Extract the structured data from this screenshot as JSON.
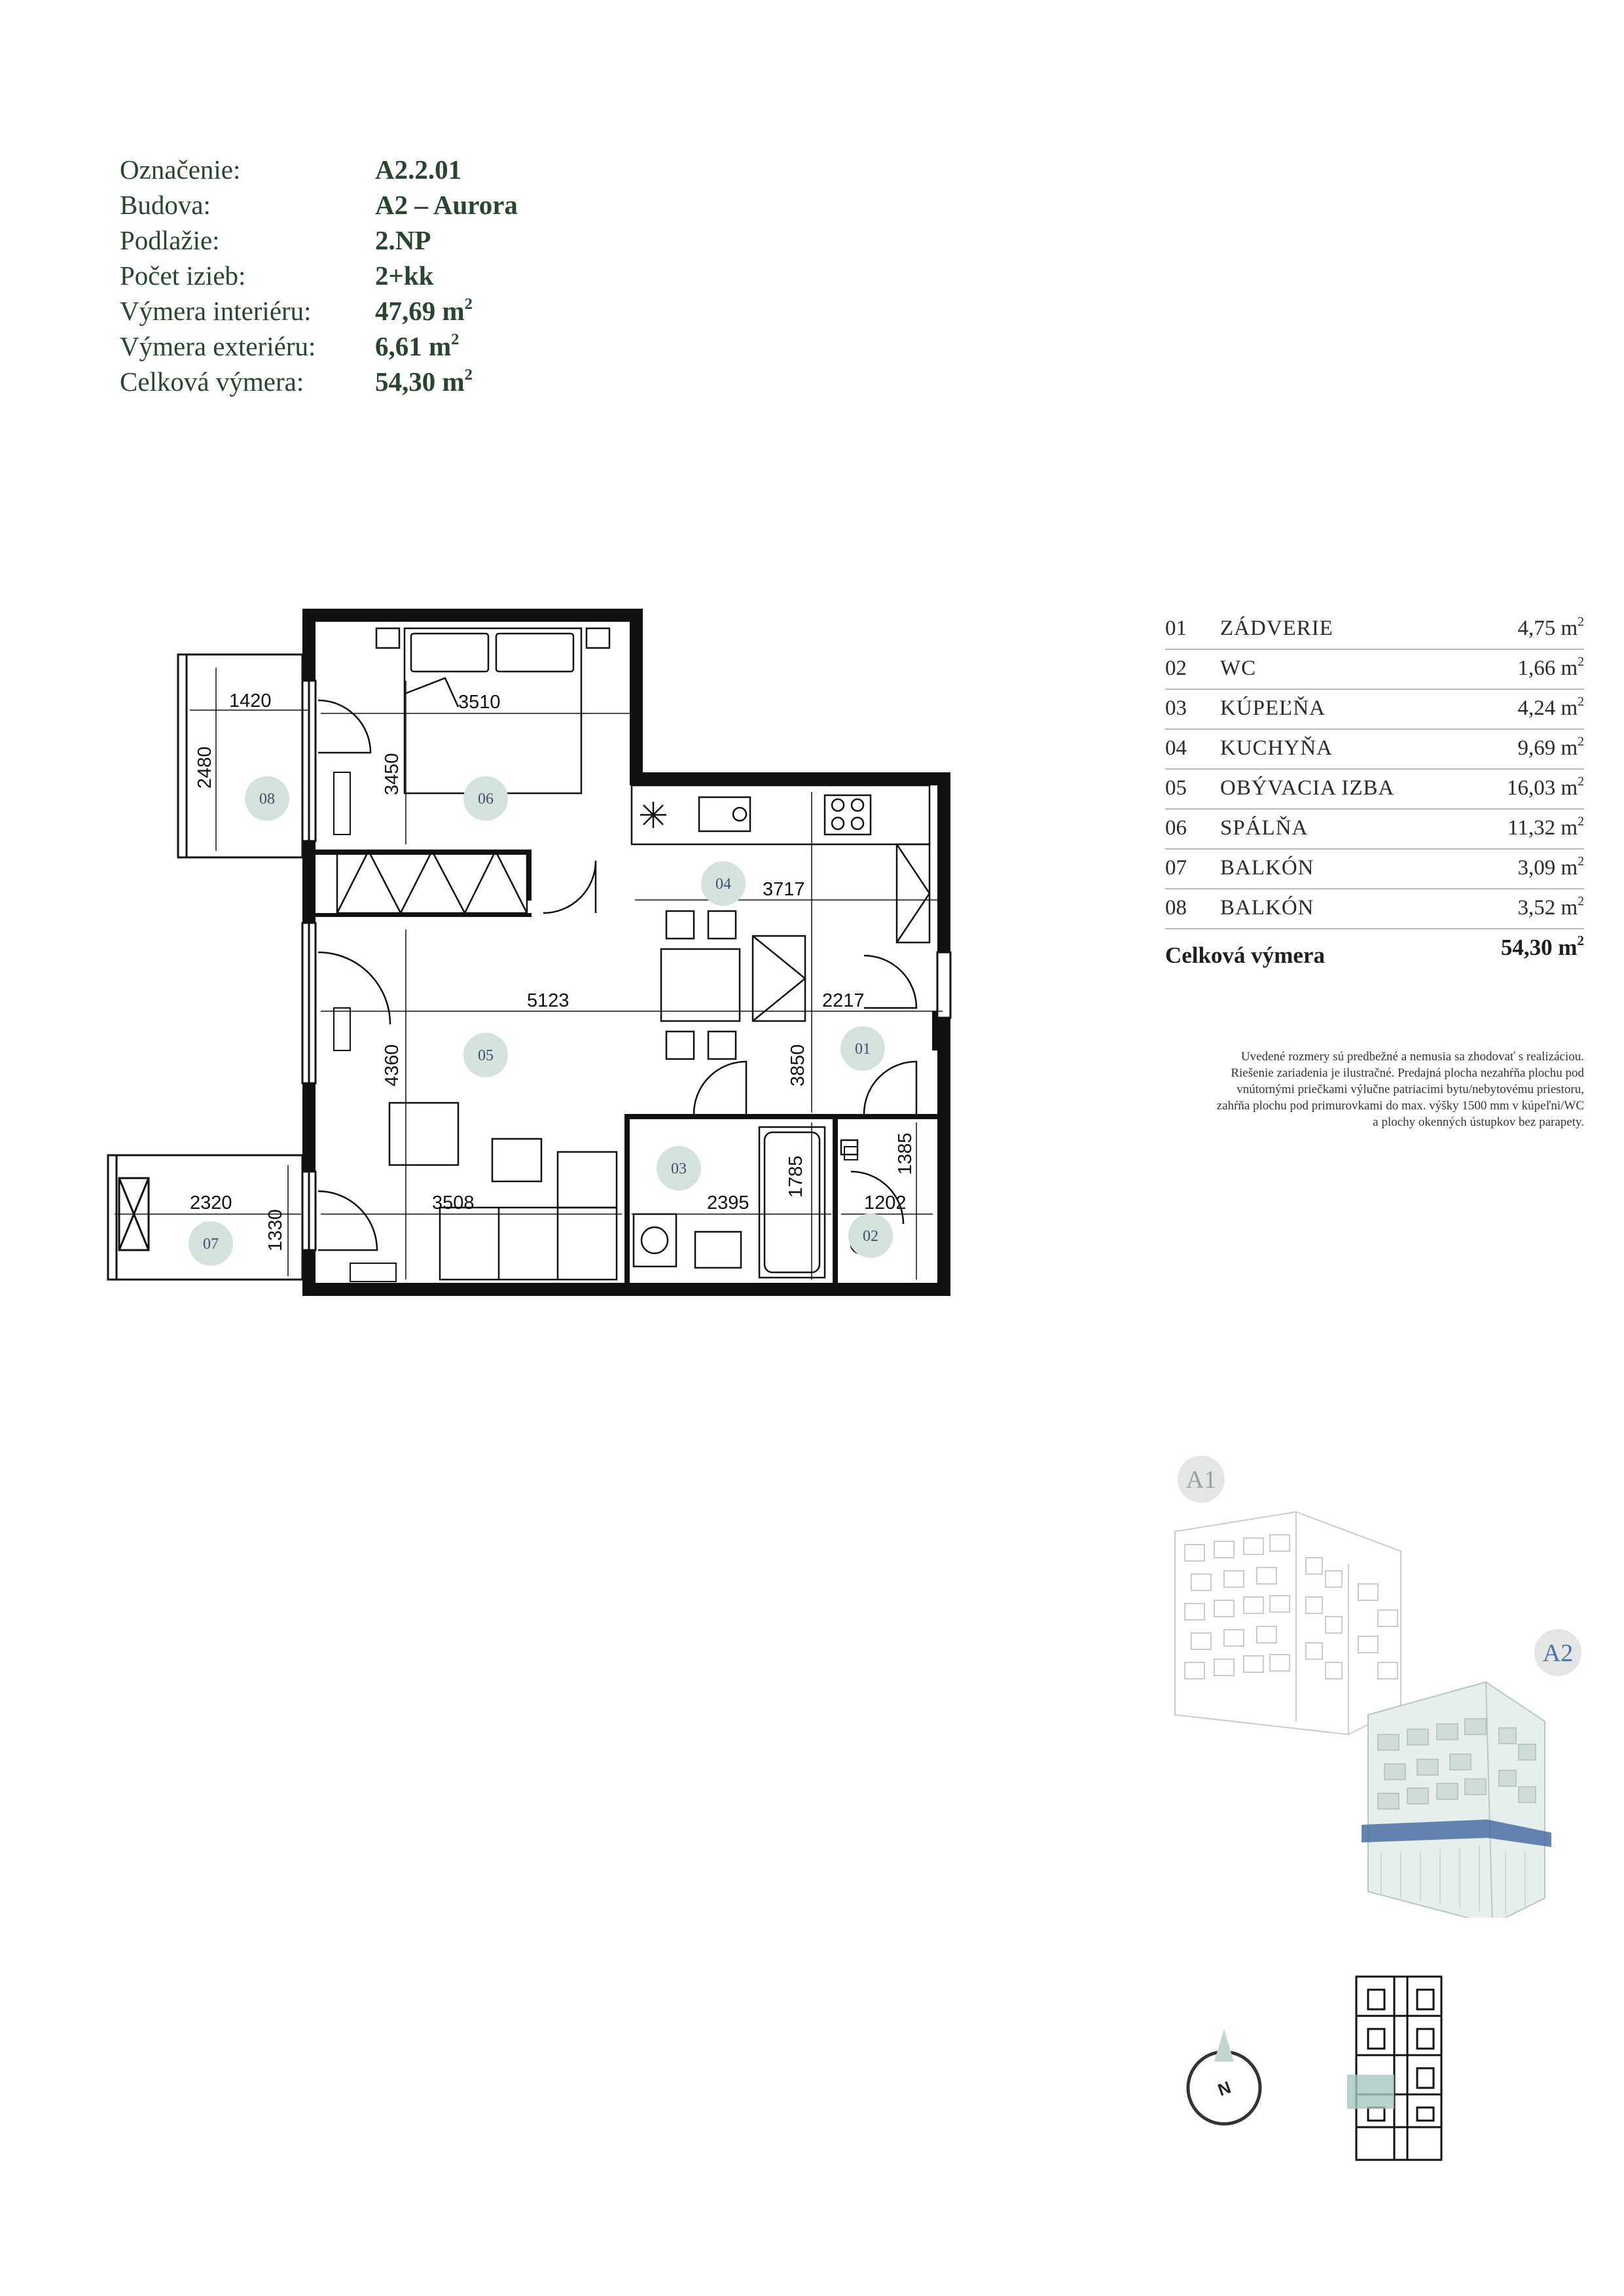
{
  "info": {
    "rows": [
      {
        "label": "Označenie:",
        "value": "A2.2.01",
        "sup": ""
      },
      {
        "label": "Budova:",
        "value": "A2 – Aurora",
        "sup": ""
      },
      {
        "label": "Podlažie:",
        "value": "2.NP",
        "sup": ""
      },
      {
        "label": "Počet izieb:",
        "value": "2+kk",
        "sup": ""
      },
      {
        "label": "Výmera interiéru:",
        "value": "47,69 m",
        "sup": "2"
      },
      {
        "label": "Výmera exteriéru:",
        "value": "6,61 m",
        "sup": "2"
      },
      {
        "label": "Celková výmera:",
        "value": "54,30 m",
        "sup": "2"
      }
    ]
  },
  "rooms": [
    {
      "num": "01",
      "name": "ZÁDVERIE",
      "area": "4,75 m",
      "sup": "2"
    },
    {
      "num": "02",
      "name": "WC",
      "area": "1,66 m",
      "sup": "2"
    },
    {
      "num": "03",
      "name": "KÚPEĽŇA",
      "area": "4,24 m",
      "sup": "2"
    },
    {
      "num": "04",
      "name": "KUCHYŇA",
      "area": "9,69 m",
      "sup": "2"
    },
    {
      "num": "05",
      "name": "OBÝVACIA IZBA",
      "area": "16,03 m",
      "sup": "2"
    },
    {
      "num": "06",
      "name": "SPÁLŇA",
      "area": "11,32 m",
      "sup": "2"
    },
    {
      "num": "07",
      "name": "BALKÓN",
      "area": "3,09 m",
      "sup": "2"
    },
    {
      "num": "08",
      "name": "BALKÓN",
      "area": "3,52 m",
      "sup": "2"
    }
  ],
  "total": {
    "label": "Celková výmera",
    "area": "54,30 m",
    "sup": "2"
  },
  "disclaimer": [
    "Uvedené rozmery sú predbežné a nemusia sa zhodovať s realizáciou.",
    "Riešenie zariadenia je ilustračné. Predajná plocha nezahŕňa plochu pod",
    "vnútornými priečkami výlučne patriacimi bytu/nebytovému priestoru,",
    "zahŕňa plochu pod primurovkami do max. výšky 1500 mm v kúpeľni/WC",
    "a plochy okenných ústupkov bez parapety."
  ],
  "plan": {
    "dimensions": {
      "d1420": "1420",
      "d3510": "3510",
      "d2480": "2480",
      "d3450": "3450",
      "d3717": "3717",
      "d5123": "5123",
      "d2217": "2217",
      "d4360": "4360",
      "d3850": "3850",
      "d1385": "1385",
      "d1785": "1785",
      "d2320": "2320",
      "d3508": "3508",
      "d2395": "2395",
      "d1202": "1202",
      "d1330": "1330"
    },
    "badges": {
      "b01": "01",
      "b02": "02",
      "b03": "03",
      "b04": "04",
      "b05": "05",
      "b06": "06",
      "b07": "07",
      "b08": "08"
    }
  },
  "buildings": {
    "a1": "A1",
    "a2": "A2"
  },
  "compass": {
    "north": "N"
  },
  "colors": {
    "text_green": "#27452f",
    "badge_fill": "#d4e2dc",
    "highlight_blue": "#4a6fa5",
    "wall": "#111111"
  }
}
